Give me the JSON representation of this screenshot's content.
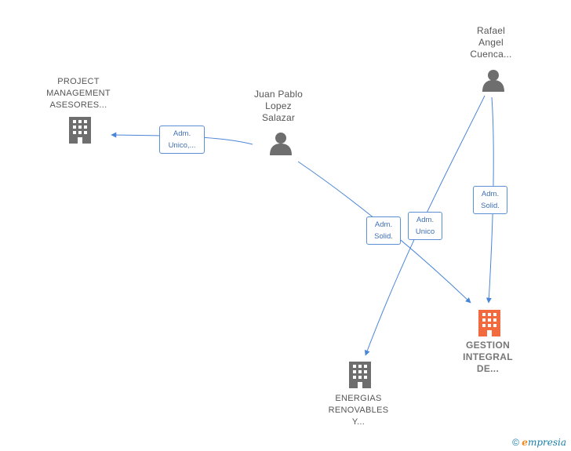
{
  "nodes": {
    "project": {
      "lines": [
        "PROJECT",
        "MANAGEMENT",
        "ASESORES..."
      ]
    },
    "juan": {
      "lines": [
        "Juan Pablo",
        "Lopez",
        "Salazar"
      ]
    },
    "rafael": {
      "lines": [
        "Rafael",
        "Angel",
        "Cuenca..."
      ]
    },
    "gestion": {
      "lines": [
        "GESTION",
        "INTEGRAL",
        "DE..."
      ]
    },
    "energias": {
      "lines": [
        "ENERGIAS",
        "RENOVABLES",
        "Y..."
      ]
    }
  },
  "edges": {
    "juan_project": {
      "lines": [
        "Adm.",
        "Unico,..."
      ]
    },
    "juan_gestion": {
      "lines": [
        "Adm.",
        "Solid."
      ]
    },
    "rafael_energias": {
      "lines": [
        "Adm.",
        "Unico"
      ]
    },
    "rafael_gestion": {
      "lines": [
        "Adm.",
        "Solid."
      ]
    }
  },
  "colors": {
    "edge": "#4a86d8",
    "icon_gray": "#6e6e6e",
    "icon_main": "#f26a3d"
  },
  "footer": {
    "copyright": "©",
    "brand_e": "e",
    "brand_rest": "mpresia"
  }
}
